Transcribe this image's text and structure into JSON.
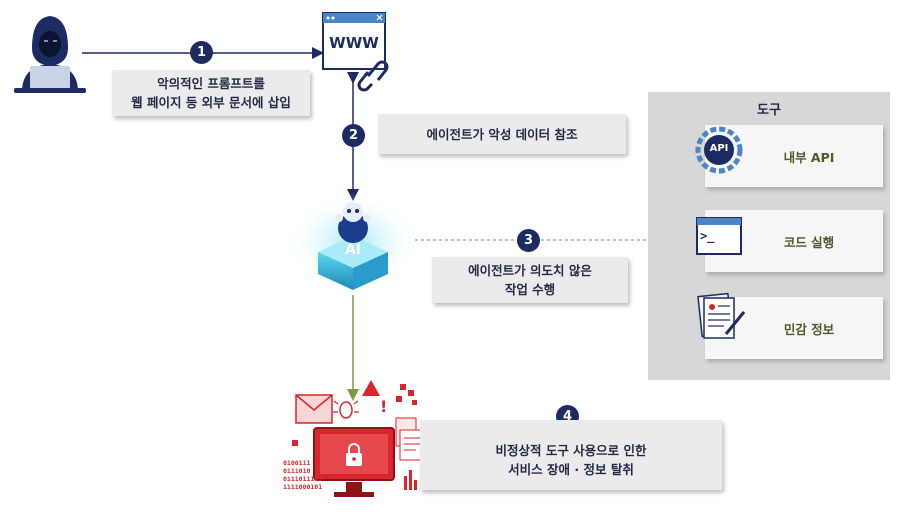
{
  "steps": {
    "s1": {
      "num": "1",
      "line1": "악의적인 프롬프트를",
      "line2": "웹 페이지 등 외부 문서에 삽입"
    },
    "s2": {
      "num": "2",
      "text": "에이전트가 악성 데이터 참조"
    },
    "s3": {
      "num": "3",
      "line1": "에이전트가 의도치 않은",
      "line2": "작업 수행"
    },
    "s4": {
      "num": "4",
      "line1": "비정상적 도구 사용으로 인한",
      "line2": "서비스 장애 · 정보 탈취"
    }
  },
  "browser": {
    "label": "WWW"
  },
  "ai": {
    "label": "AI"
  },
  "tools": {
    "title": "도구",
    "items": [
      {
        "label": "내부 API",
        "icon_text": "API"
      },
      {
        "label": "코드 실행",
        "icon_text": ">_"
      },
      {
        "label": "민감 정보"
      }
    ]
  },
  "binary": [
    "0100111",
    "0111010",
    "0111011101",
    "1111000101"
  ],
  "colors": {
    "navy": "#1c2c63",
    "arrow": "#7d9a3b",
    "red": "#d9262c",
    "ai_cyan": "#36c6e6"
  }
}
